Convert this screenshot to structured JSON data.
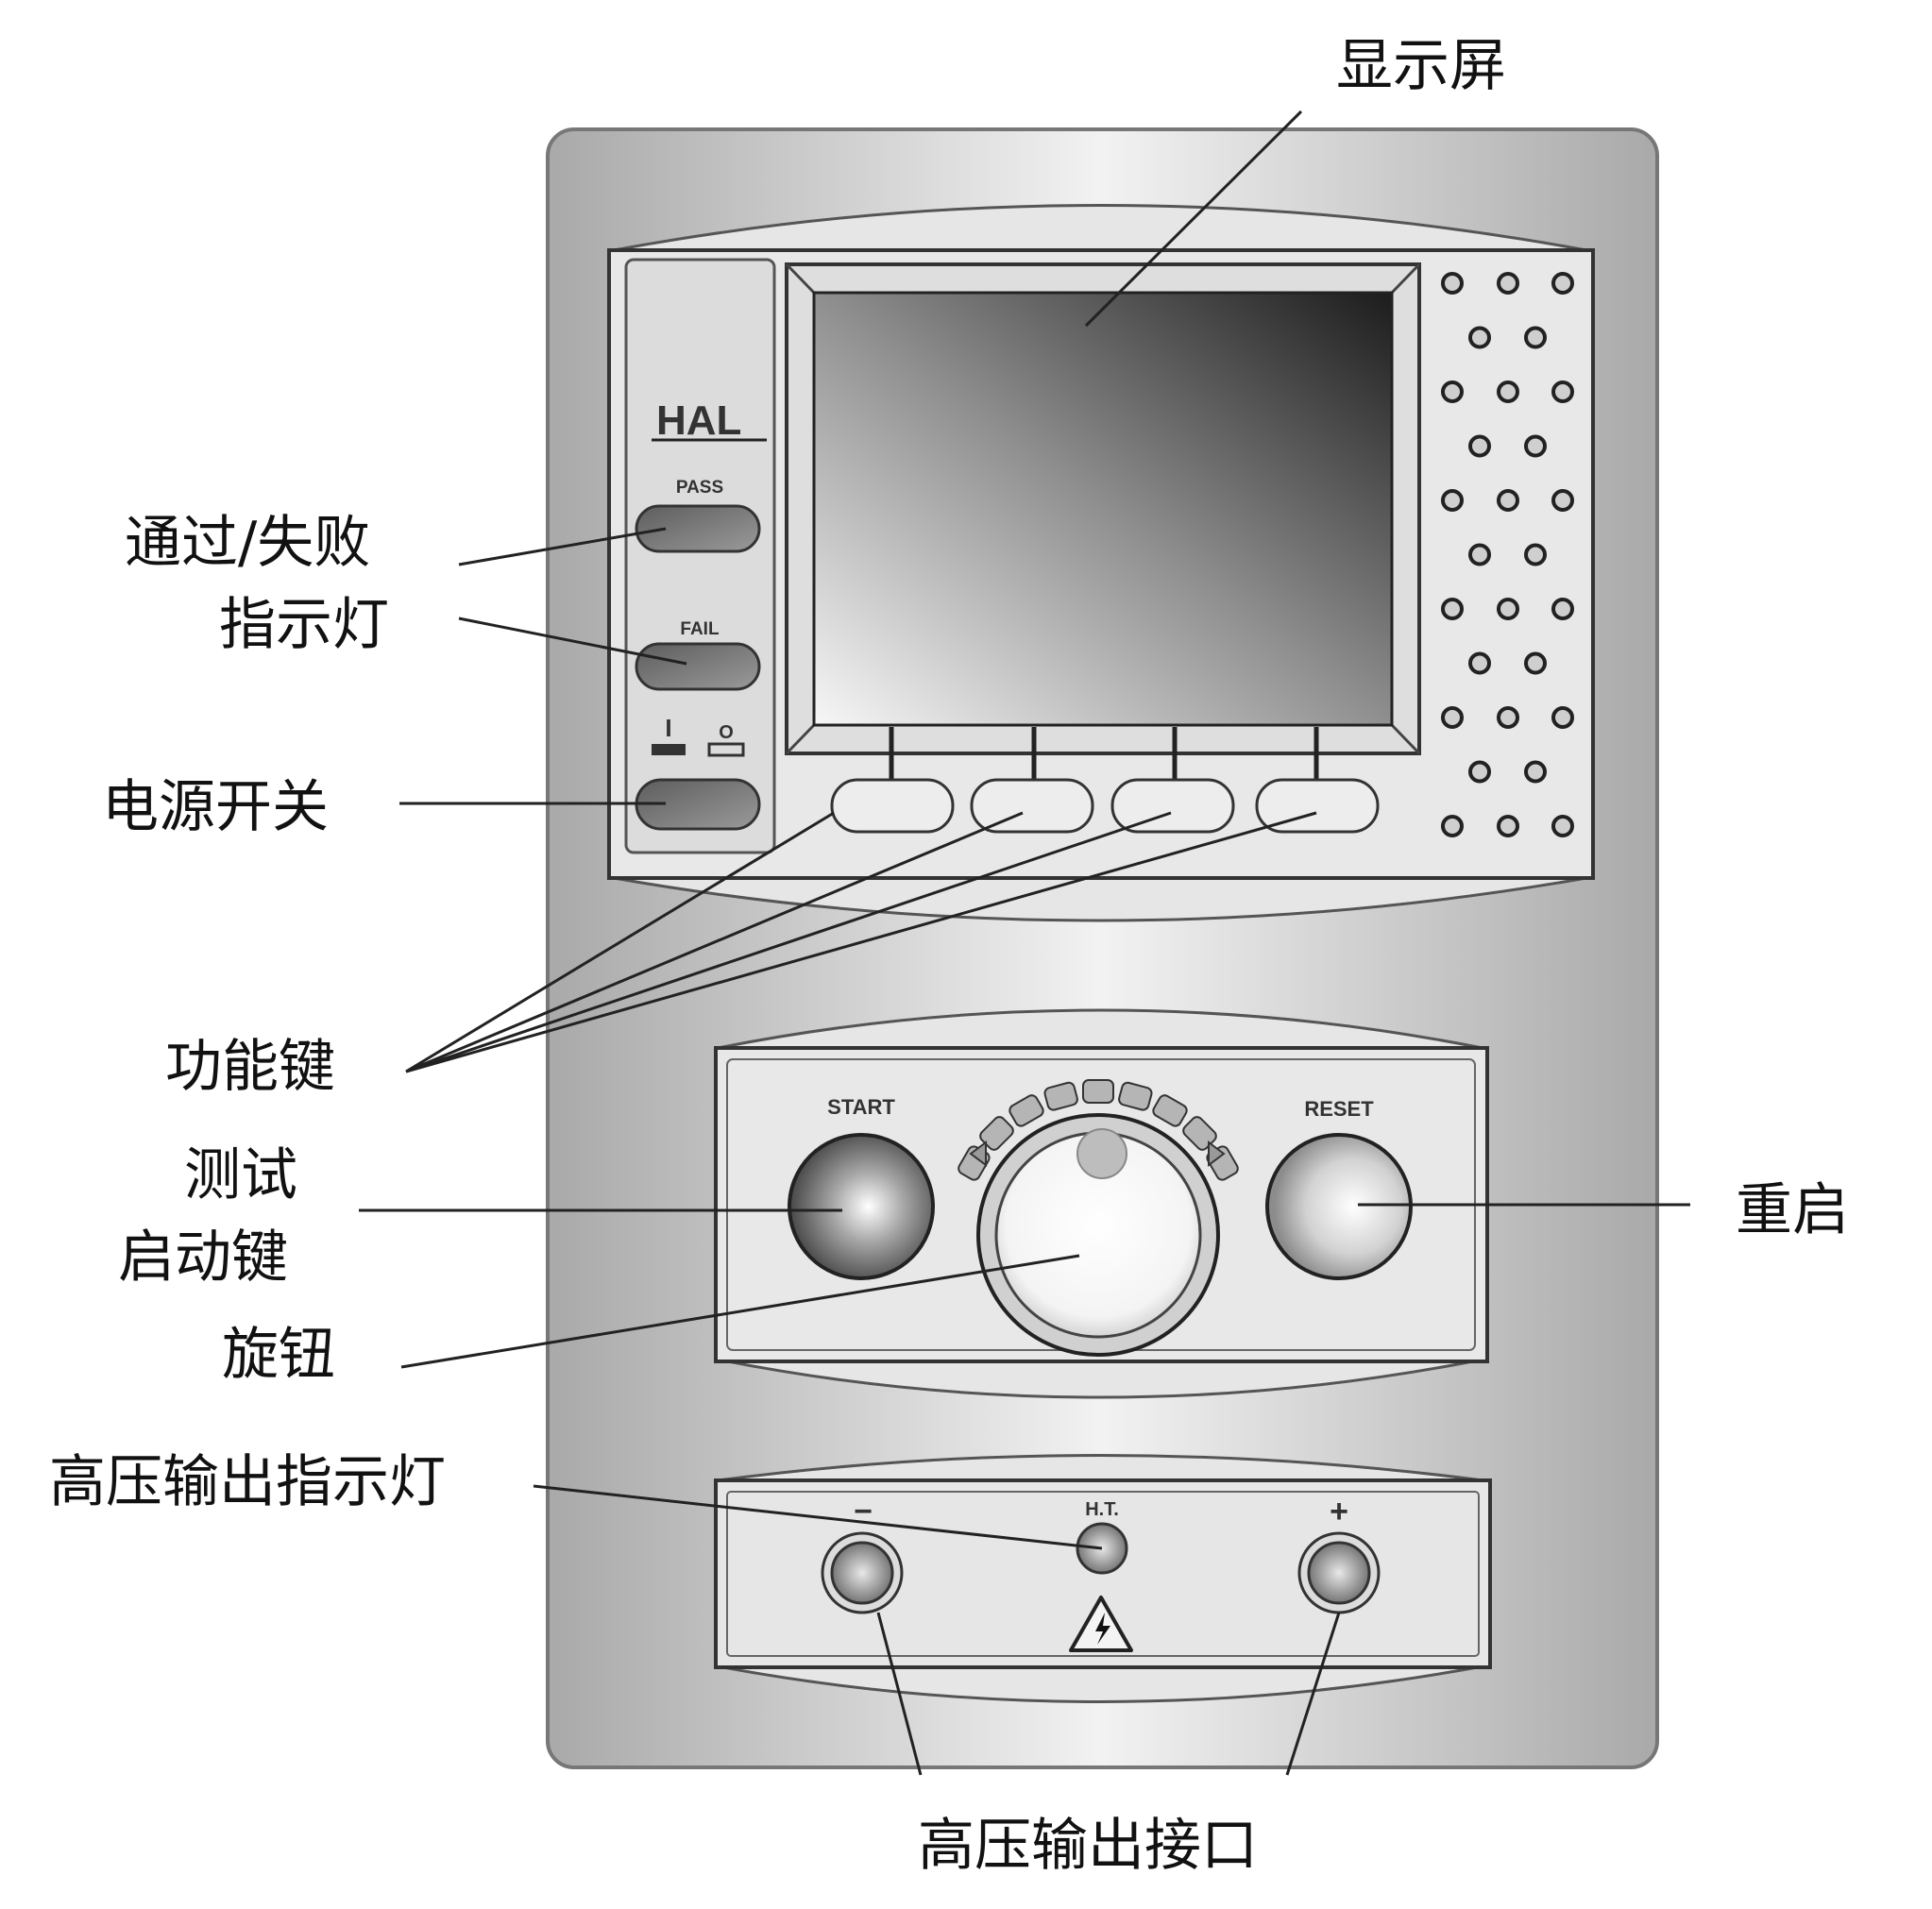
{
  "callouts": {
    "display": "显示屏",
    "pass_fail_line1": "通过/失败",
    "pass_fail_line2": "指示灯",
    "power": "电源开关",
    "function_keys": "功能键",
    "test_start_line1": "测试",
    "test_start_line2": "启动键",
    "knob": "旋钮",
    "ht_indicator": "高压输出指示灯",
    "reset": "重启",
    "ht_terminals": "高压输出接口"
  },
  "panel": {
    "logo": "HAL",
    "pass": "PASS",
    "fail": "FAIL",
    "power_on": "I",
    "power_off": "O",
    "start": "START",
    "reset": "RESET",
    "minus": "−",
    "ht": "H.T.",
    "plus": "+"
  }
}
